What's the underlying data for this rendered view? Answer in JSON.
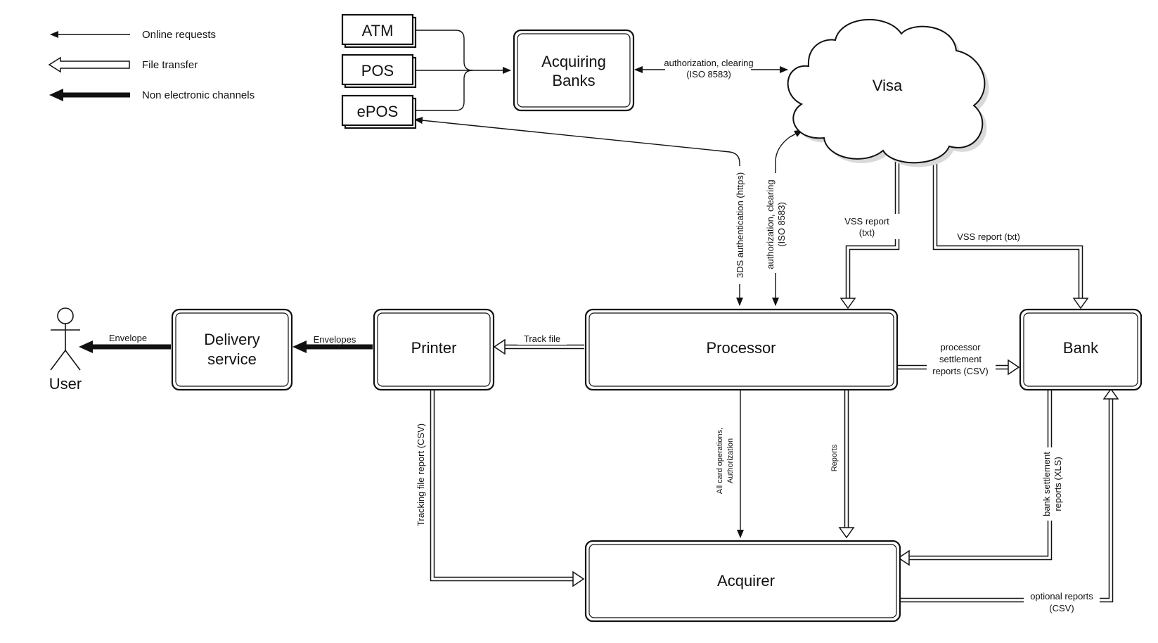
{
  "legend": {
    "online": "Online requests",
    "file": "File transfer",
    "nonelectronic": "Non electronic channels"
  },
  "nodes": {
    "atm": "ATM",
    "pos": "POS",
    "epos": "ePOS",
    "acquiring_1": "Acquiring",
    "acquiring_2": "Banks",
    "visa": "Visa",
    "processor": "Processor",
    "bank": "Bank",
    "printer": "Printer",
    "delivery_1": "Delivery",
    "delivery_2": "service",
    "acquirer": "Acquirer",
    "user": "User"
  },
  "edges": {
    "auth_clearing_1": "authorization, clearing",
    "auth_clearing_2": "(ISO 8583)",
    "threeds": "3DS authentication (https)",
    "auth_vert_1": "authorization, clearing",
    "auth_vert_2": "(ISO 8583)",
    "vss1_1": "VSS report",
    "vss1_2": "(txt)",
    "vss2": "VSS report (txt)",
    "track_file": "Track file",
    "envelopes": "Envelopes",
    "envelope": "Envelope",
    "proc_settle_1": "processor",
    "proc_settle_2": "settlement",
    "proc_settle_3": "reports (CSV)",
    "all_card_1": "All card operations,",
    "all_card_2": "Authorization",
    "reports": "Reports",
    "tracking": "Tracking file report (CSV)",
    "bank_settle_1": "bank settlement",
    "bank_settle_2": "reports (XLS)",
    "optional_1": "optional reports",
    "optional_2": "(CSV)"
  }
}
